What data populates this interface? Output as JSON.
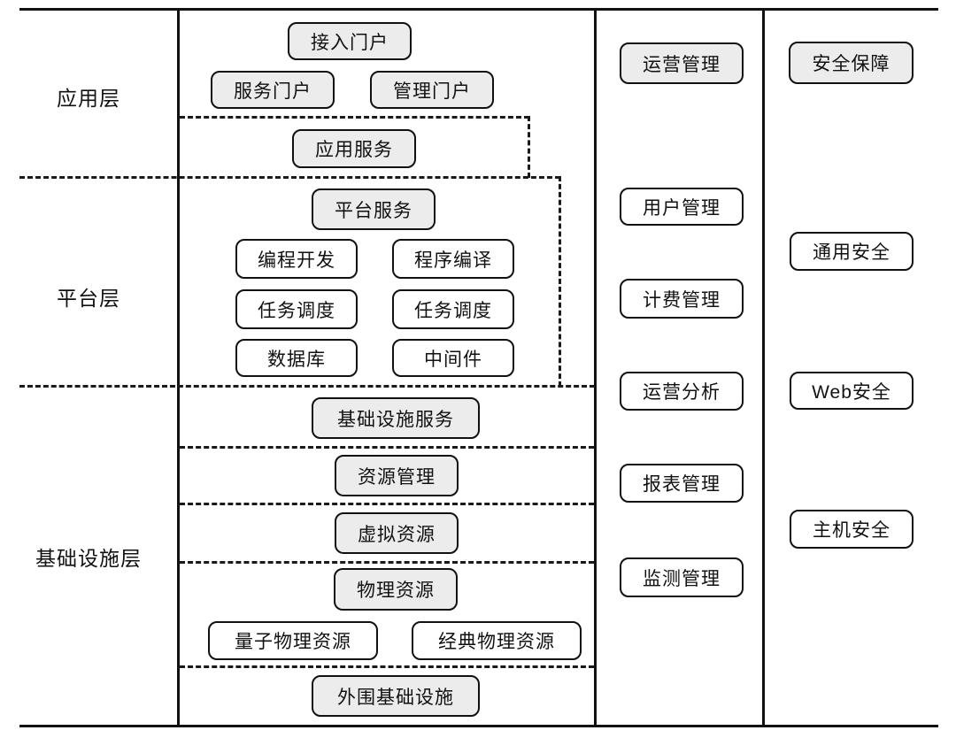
{
  "diagram": {
    "layers": {
      "application": {
        "label": "应用层"
      },
      "platform": {
        "label": "平台层"
      },
      "infrastructure": {
        "label": "基础设施层"
      }
    },
    "boxes": {
      "access_portal": "接入门户",
      "service_portal": "服务门户",
      "management_portal": "管理门户",
      "application_service": "应用服务",
      "platform_service": "平台服务",
      "programming_dev": "编程开发",
      "program_compile": "程序编译",
      "task_scheduling_left": "任务调度",
      "task_scheduling_right": "任务调度",
      "database": "数据库",
      "middleware": "中间件",
      "infra_service": "基础设施服务",
      "resource_mgmt": "资源管理",
      "virtual_resource": "虚拟资源",
      "physical_resource": "物理资源",
      "quantum_physical": "量子物理资源",
      "classical_physical": "经典物理资源",
      "peripheral_infra": "外围基础设施",
      "operations_mgmt": "运营管理",
      "user_mgmt": "用户管理",
      "billing_mgmt": "计费管理",
      "operations_analysis": "运营分析",
      "report_mgmt": "报表管理",
      "monitoring_mgmt": "监测管理",
      "security_assurance": "安全保障",
      "general_security": "通用安全",
      "web_security": "Web安全",
      "host_security": "主机安全"
    },
    "colors": {
      "line": "#111111",
      "box_fill_gray": "#ececec",
      "box_fill_white": "#ffffff"
    }
  }
}
